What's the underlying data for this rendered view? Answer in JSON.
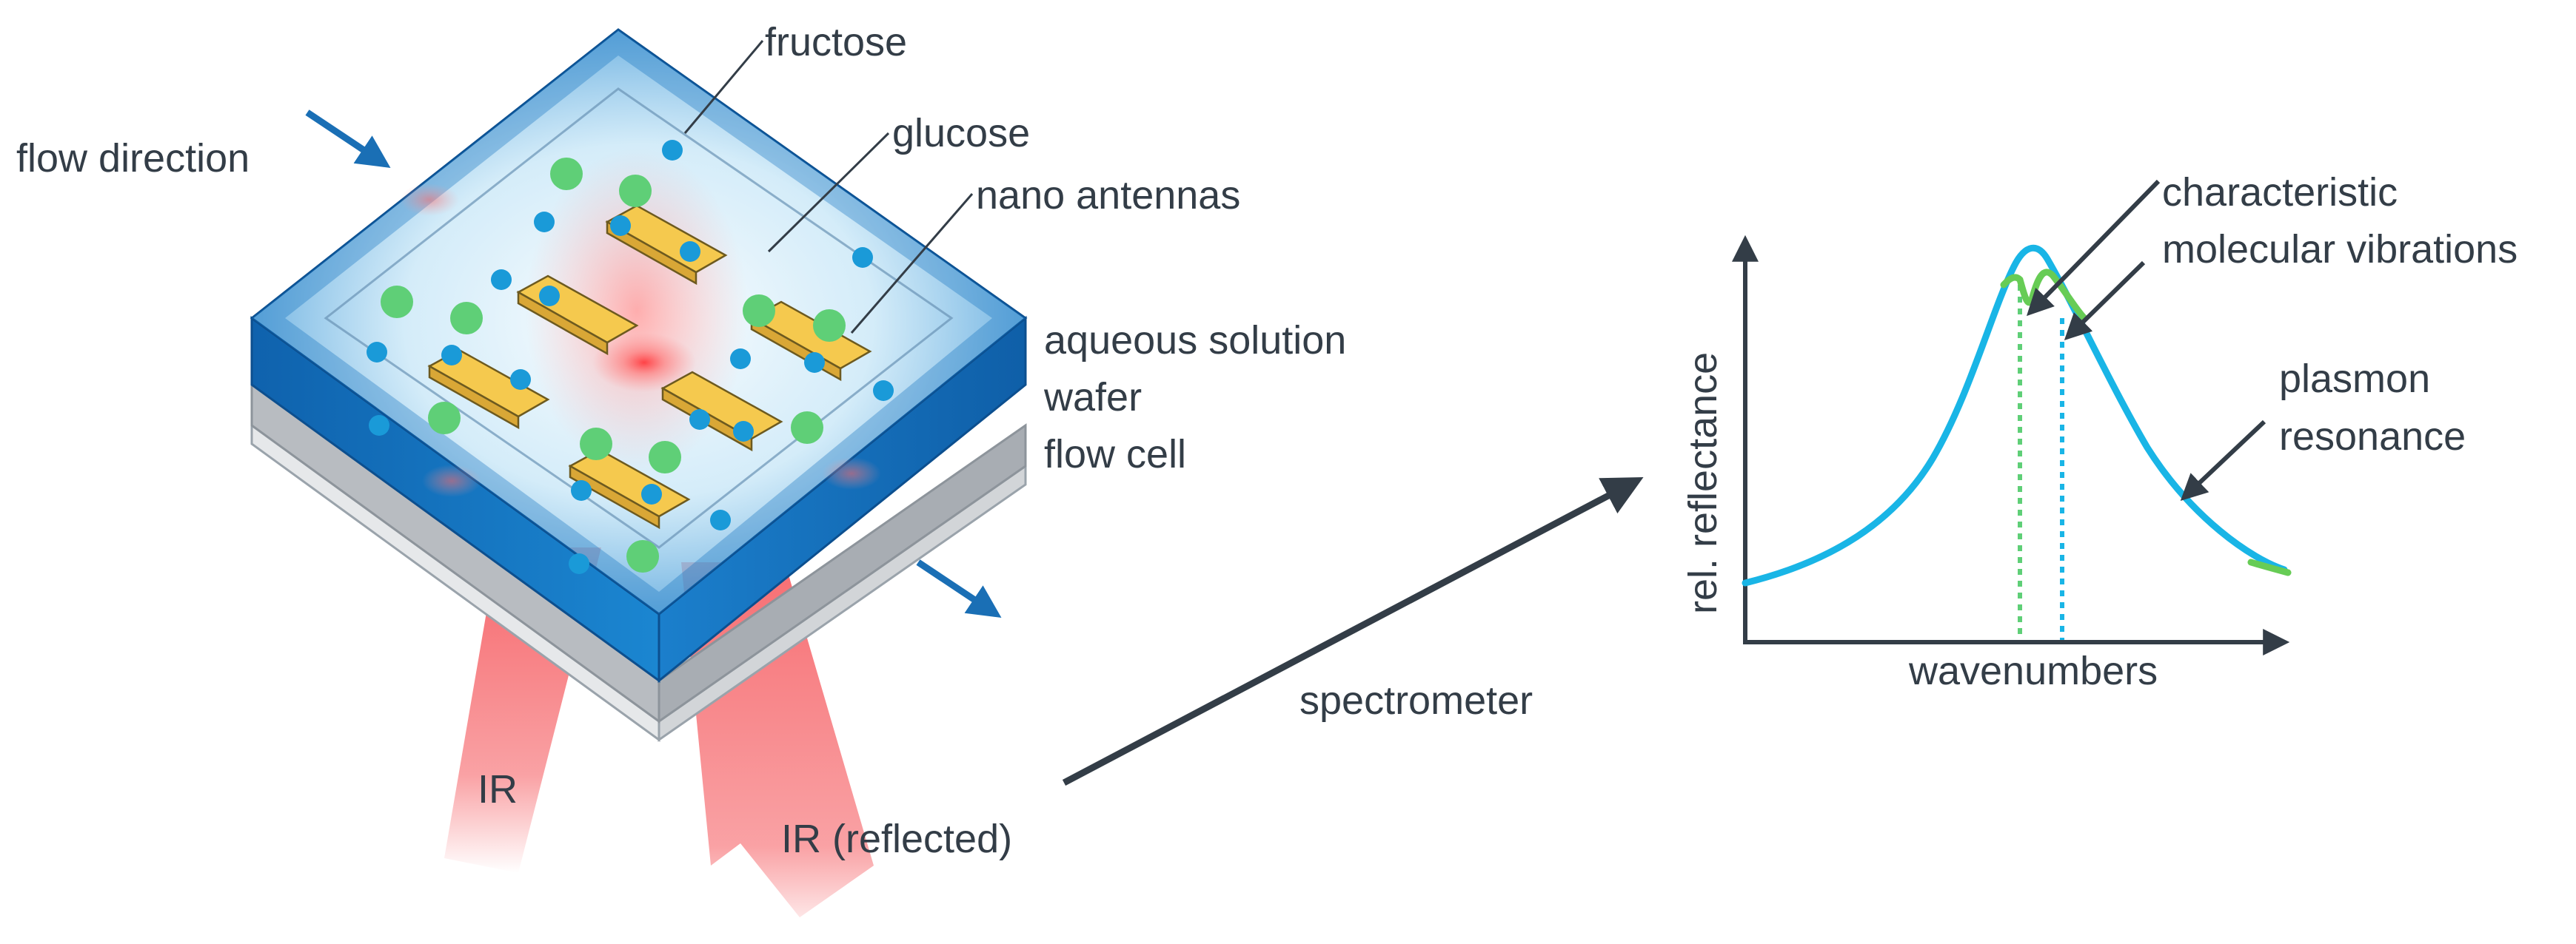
{
  "labels": {
    "fructose": "fructose",
    "glucose": "glucose",
    "nano_antennas": "nano antennas",
    "flow_direction": "flow direction",
    "aqueous_solution": "aqueous solution",
    "wafer": "wafer",
    "flow_cell": "flow cell",
    "ir_incident": "IR",
    "ir_reflected": "IR (reflected)",
    "spectrometer": "spectrometer"
  },
  "graph": {
    "ylabel": "rel. reflectance",
    "xlabel": "wavenumbers",
    "annotation_vibrations_line1": "characteristic",
    "annotation_vibrations_line2": "molecular vibrations",
    "annotation_plasmon_line1": "plasmon",
    "annotation_plasmon_line2": "resonance"
  },
  "colors": {
    "solution_blue": "#1479c4",
    "fructose_dot": "#1a9ad8",
    "glucose_dot": "#5fcf77",
    "antenna_gold": "#f0c24a",
    "ir_red": "#f5555a",
    "plasmon_curve": "#19b5e6",
    "vibration_curve": "#67cc55",
    "text": "#333d47",
    "flow_arrow": "#1a6fb5"
  },
  "icons": {
    "flow_in_arrow": "arrow-down-right-icon",
    "flow_out_arrow": "arrow-down-right-icon"
  }
}
